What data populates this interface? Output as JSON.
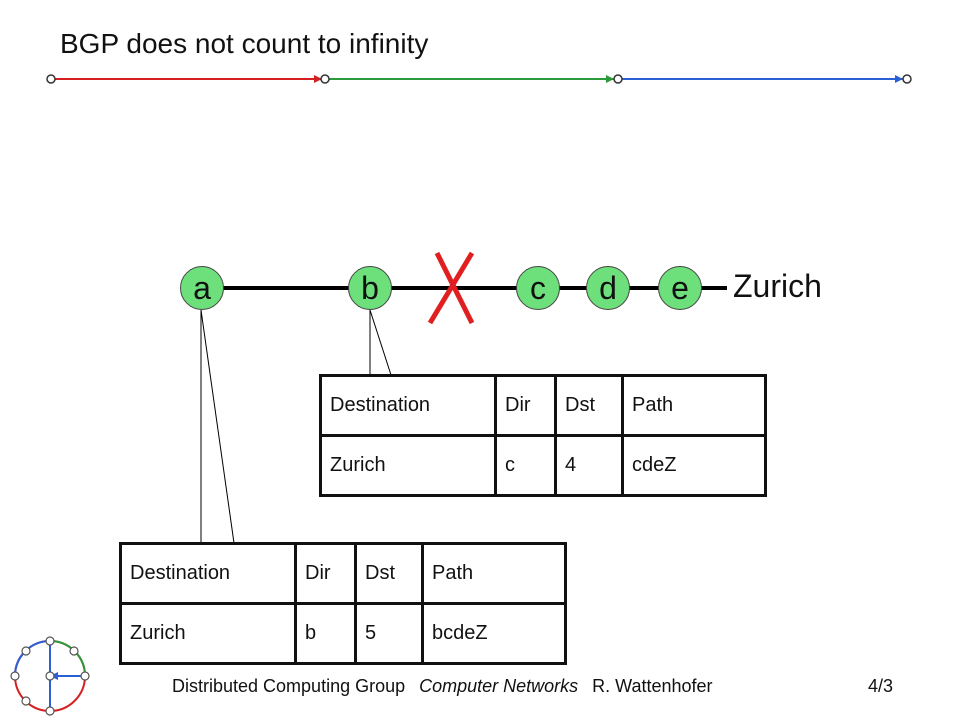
{
  "title": "BGP does not count to infinity",
  "nodes": [
    {
      "id": "a",
      "label": "a"
    },
    {
      "id": "b",
      "label": "b"
    },
    {
      "id": "c",
      "label": "c"
    },
    {
      "id": "d",
      "label": "d"
    },
    {
      "id": "e",
      "label": "e"
    }
  ],
  "destination_label": "Zurich",
  "link_failure": {
    "between": [
      "b",
      "c"
    ],
    "mark": "X",
    "color": "#e02020"
  },
  "node_color": "#6ee07b",
  "rule_colors": [
    "#d42020",
    "#2a9a3a",
    "#2a5fd6"
  ],
  "routing_tables": [
    {
      "router": "b",
      "headers": [
        "Destination",
        "Dir",
        "Dst",
        "Path"
      ],
      "rows": [
        [
          "Zurich",
          "c",
          "4",
          "cdeZ"
        ]
      ]
    },
    {
      "router": "a",
      "headers": [
        "Destination",
        "Dir",
        "Dst",
        "Path"
      ],
      "rows": [
        [
          "Zurich",
          "b",
          "5",
          "bcdeZ"
        ]
      ]
    }
  ],
  "footer": {
    "group": "Distributed Computing Group",
    "course": "Computer Networks",
    "author": "R. Wattenhofer",
    "page": "4/3"
  }
}
